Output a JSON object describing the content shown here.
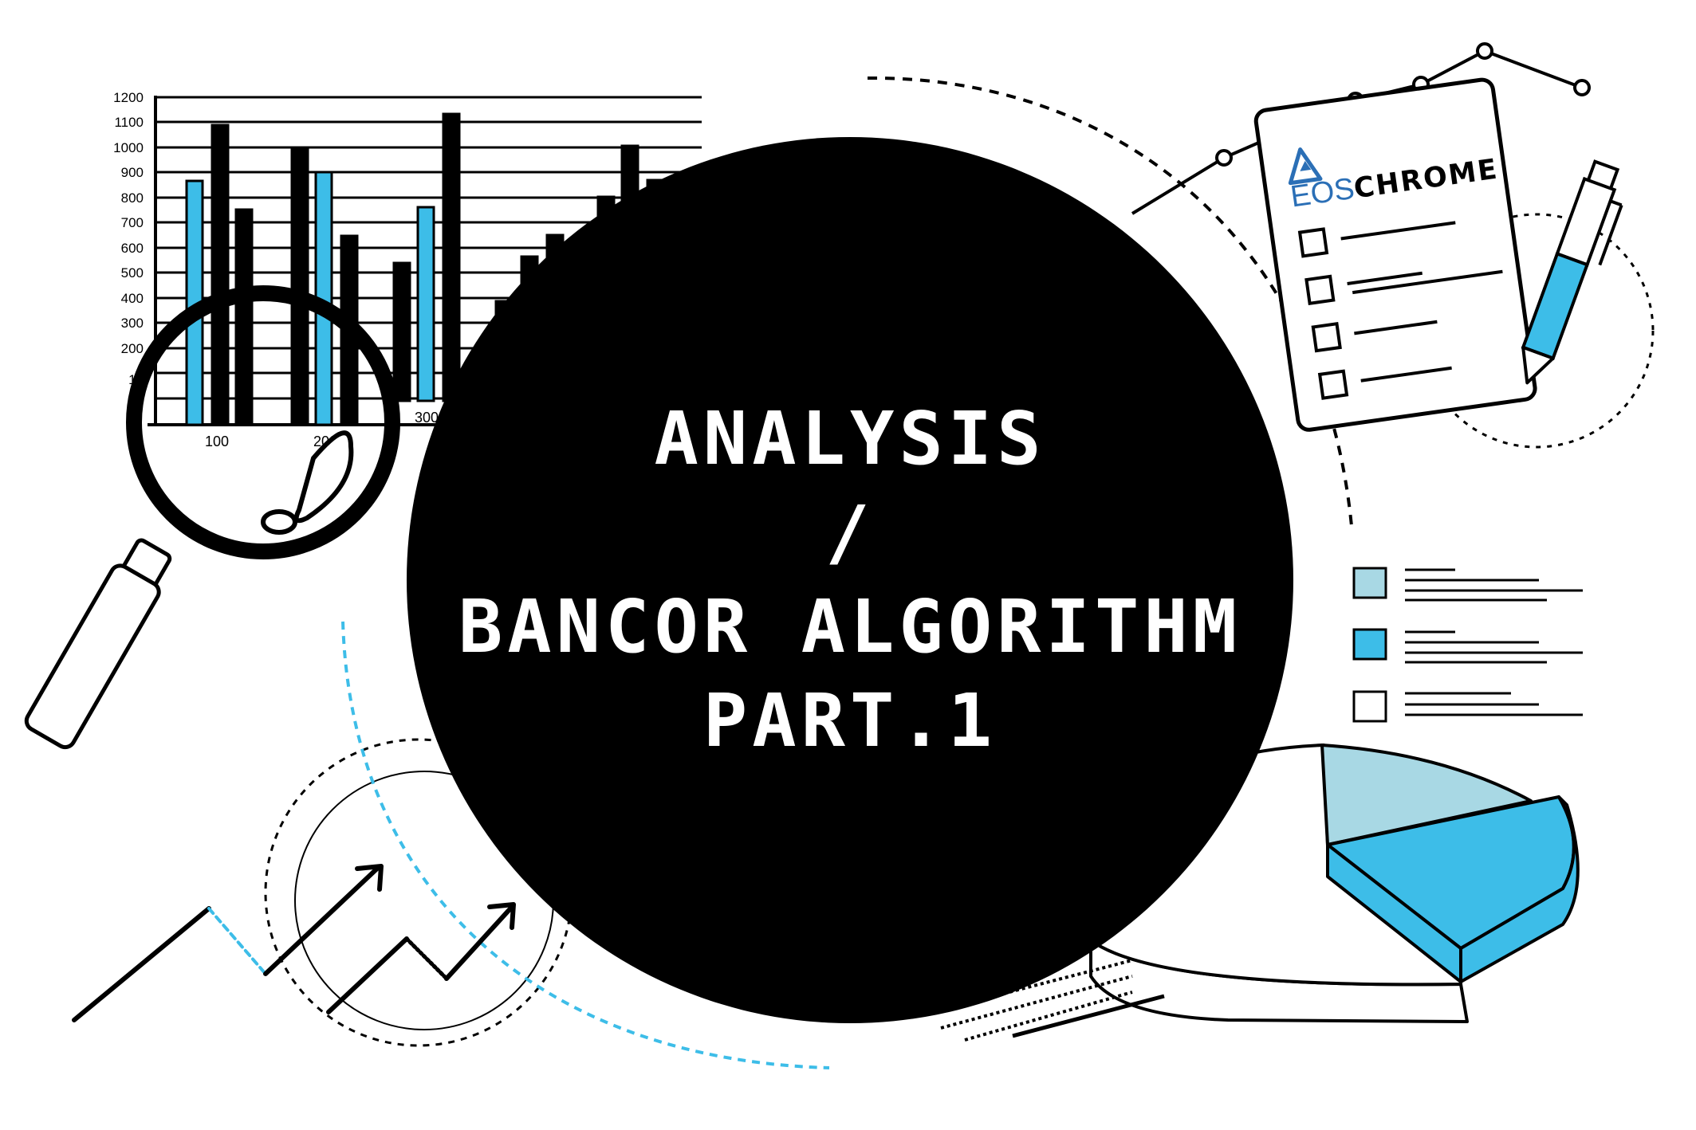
{
  "title": {
    "line1": "ANALYSIS",
    "line2": "/",
    "line3": "BANCOR ALGORITHM",
    "line4": "PART.1"
  },
  "brand": {
    "prefix": "EOS",
    "name": "CHROME"
  },
  "bar_chart": {
    "y_ticks": [
      "1200",
      "1100",
      "1000",
      "900",
      "800",
      "700",
      "600",
      "500",
      "400",
      "300",
      "200",
      "10"
    ],
    "x_ticks": [
      "100",
      "200",
      "300"
    ]
  },
  "colors": {
    "background": "#ffffff",
    "ink": "#000000",
    "accent_blue": "#3dbde8",
    "light_blue": "#a8d8e4"
  },
  "icons": [
    "magnifying-glass-icon",
    "pen-icon",
    "checklist-icon",
    "pie-chart-icon",
    "trend-arrow-icon",
    "eos-logo-icon"
  ]
}
